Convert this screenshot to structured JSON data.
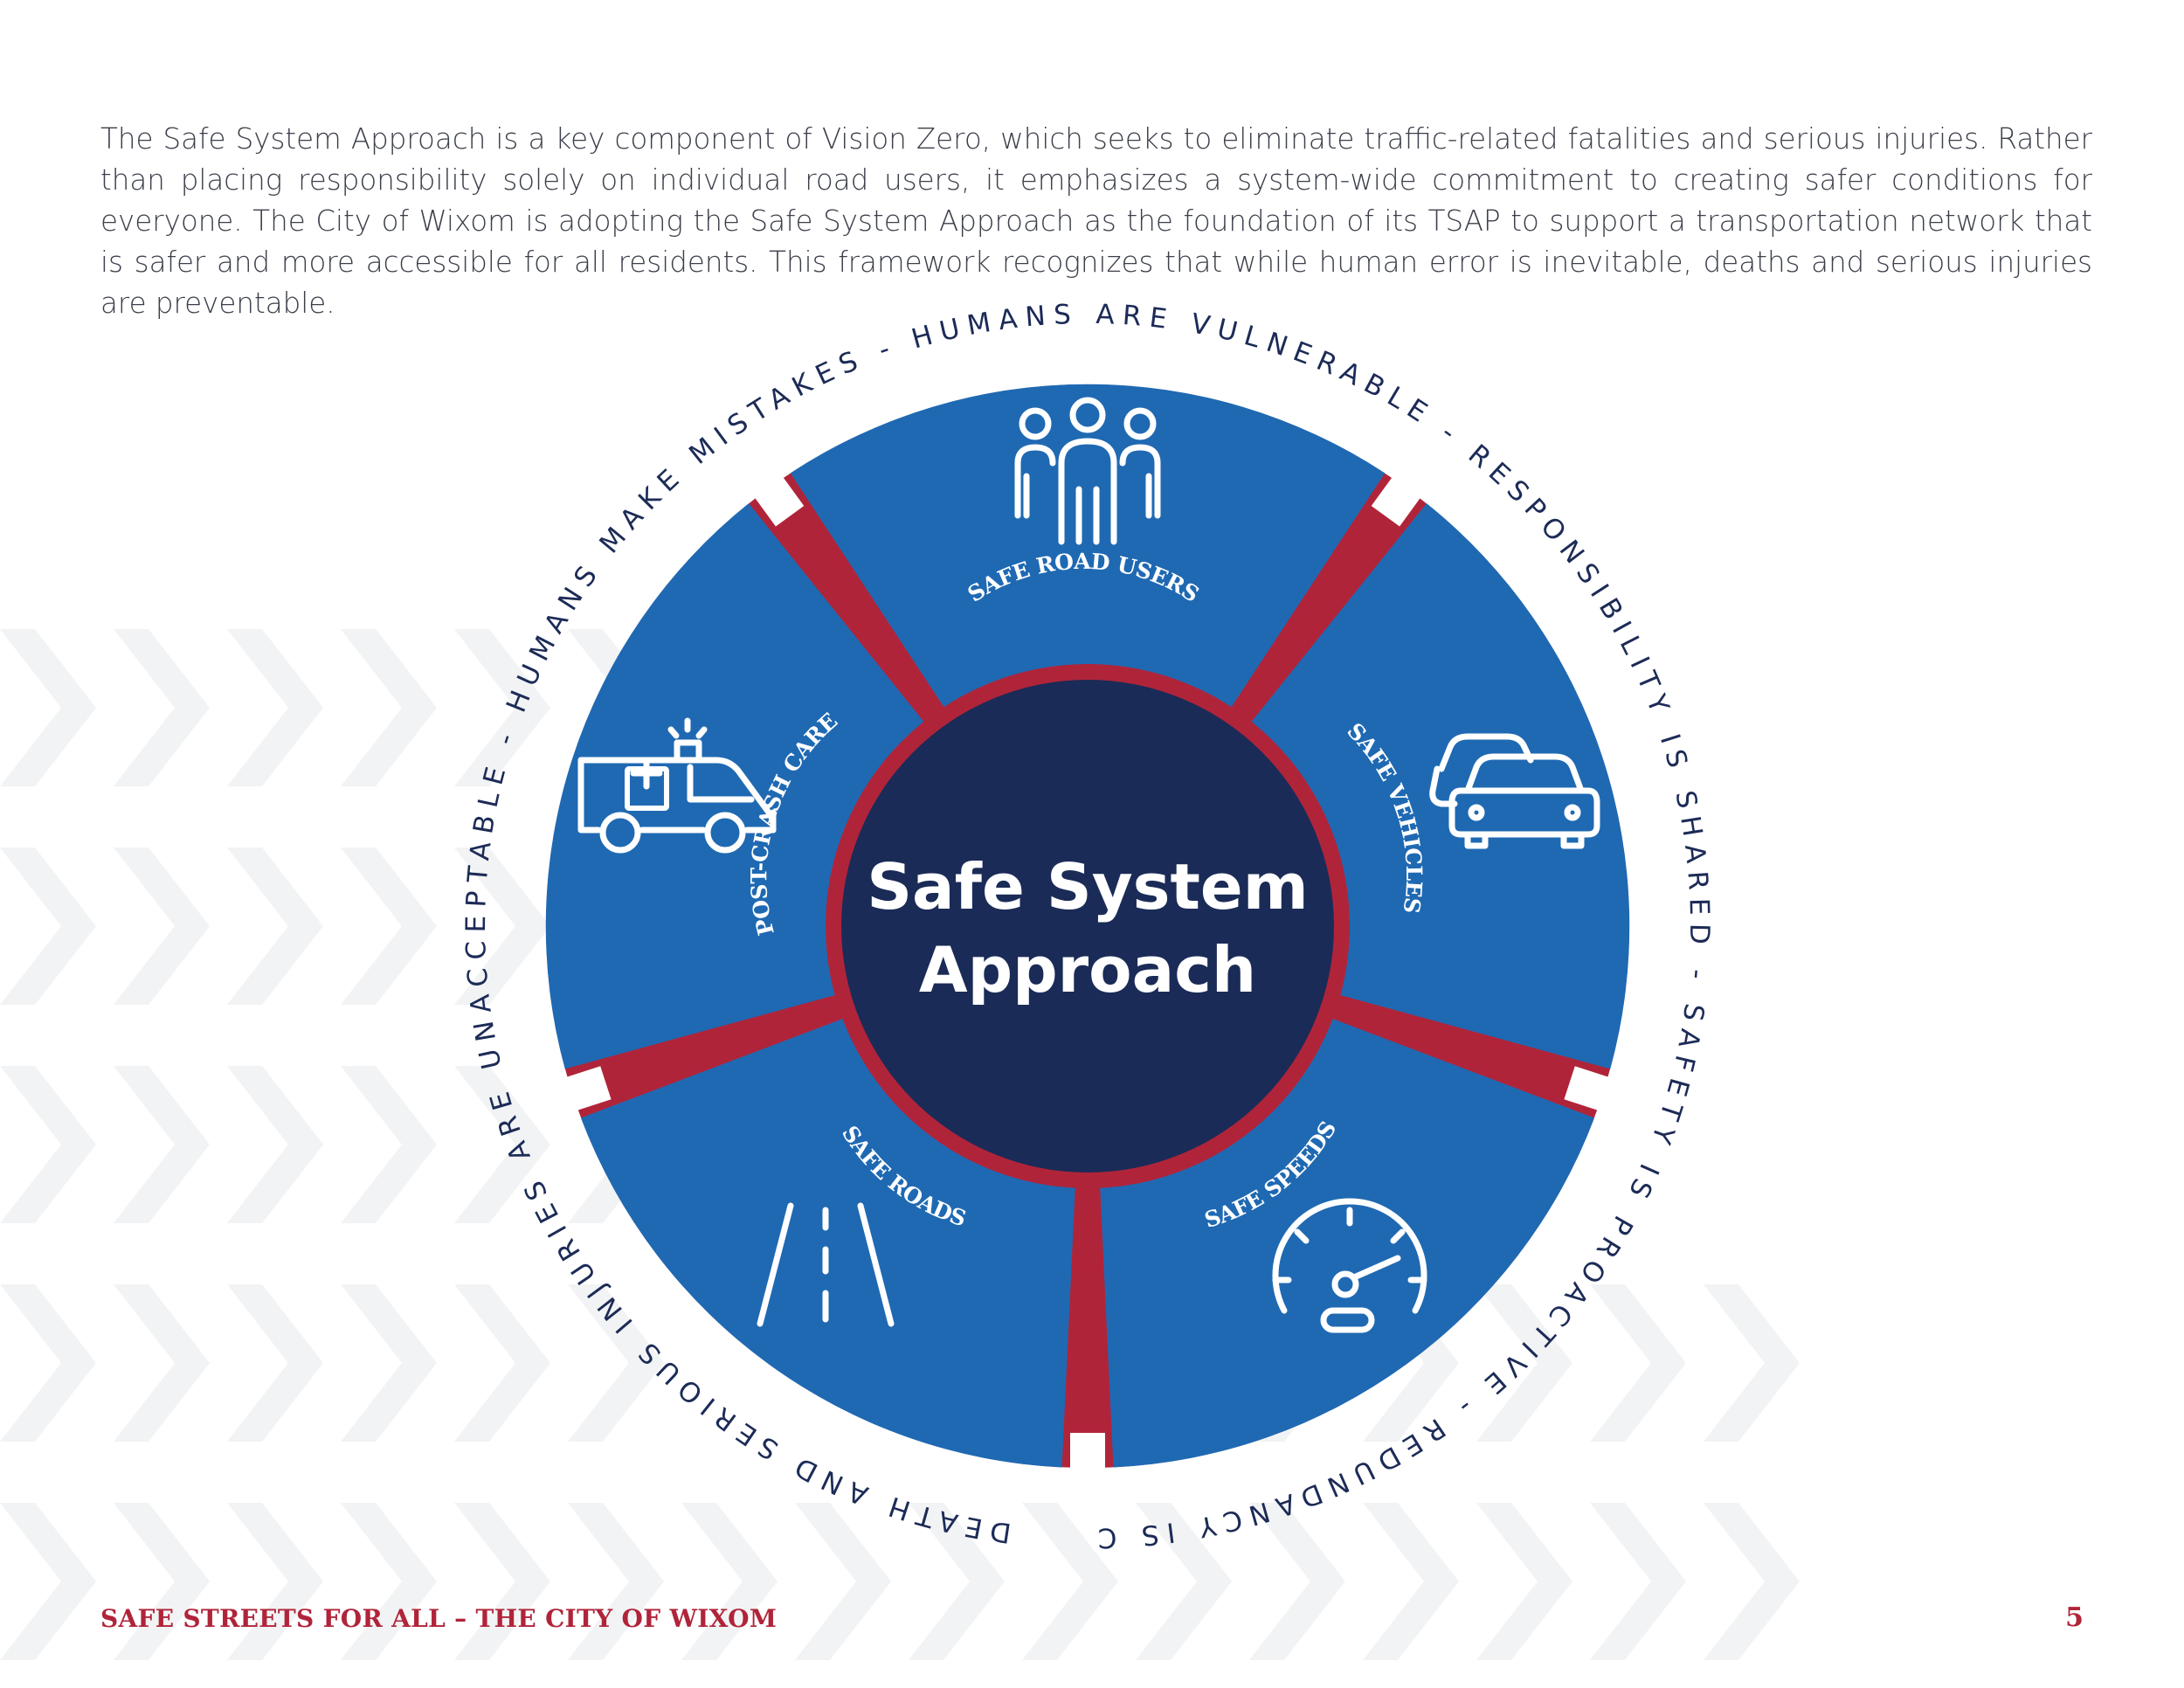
{
  "intro_text": "The Safe System Approach is a key component of Vision Zero, which seeks to eliminate traffic-related fatalities and serious injuries. Rather than placing responsibility solely on individual road users, it emphasizes a system-wide commitment to creating safer conditions for everyone. The City of Wixom is adopting the Safe System Approach as the foundation of its TSAP to support a transportation network that is safer and more accessible for all residents. This framework recognizes that while human error is inevitable, deaths and serious injuries are preventable.",
  "diagram": {
    "center_line1": "Safe System",
    "center_line2": "Approach",
    "segments": {
      "road_users": "SAFE ROAD USERS",
      "vehicles": "SAFE VEHICLES",
      "speeds": "SAFE SPEEDS",
      "roads": "SAFE ROADS",
      "post_crash": "POST-CRASH CARE"
    },
    "ring_text": "DEATH AND SERIOUS INJURIES ARE UNACCEPTABLE - HUMANS MAKE MISTAKES - HUMANS ARE VULNERABLE - RESPONSIBILITY IS SHARED - SAFETY IS PROACTIVE - REDUNDANCY IS CRUCIAL -",
    "icons": [
      "people-group-icon",
      "cars-icon",
      "speedometer-icon",
      "road-icon",
      "ambulance-icon"
    ],
    "colors": {
      "segment_blue": "#1f69b3",
      "divider_red": "#b0243a",
      "center_navy": "#1b2b57"
    }
  },
  "footer": {
    "title": "SAFE STREETS FOR ALL – THE CITY OF WIXOM",
    "page_number": "5"
  }
}
